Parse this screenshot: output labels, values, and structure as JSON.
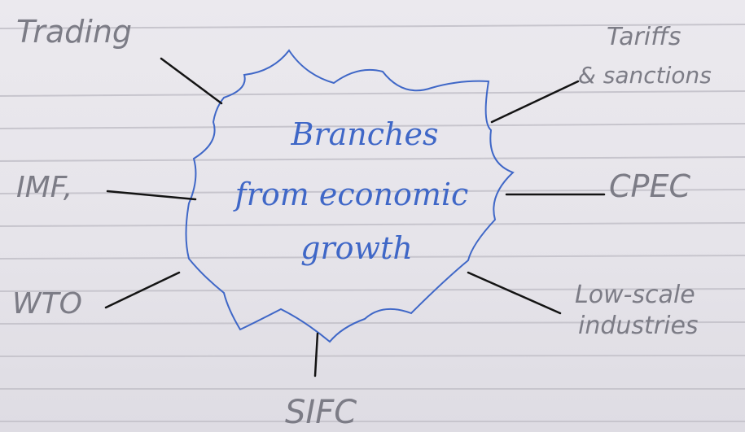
{
  "center": {
    "lines": [
      "Branches",
      "from economic",
      "growth"
    ]
  },
  "branches": {
    "trading": "Trading",
    "tariffs": [
      "Tariffs",
      "& sanctions"
    ],
    "imf": "IMF,",
    "cpec": "CPEC",
    "wto": "WTO",
    "industries": [
      "Low-scale",
      "industries"
    ],
    "sifc": "SIFC"
  },
  "colors": {
    "paper": "#e7e5ea",
    "ruled_line": "#c7c5cd",
    "ink_blue": "#3f67c7",
    "pencil": "#7c7c86",
    "connector": "#141414"
  }
}
